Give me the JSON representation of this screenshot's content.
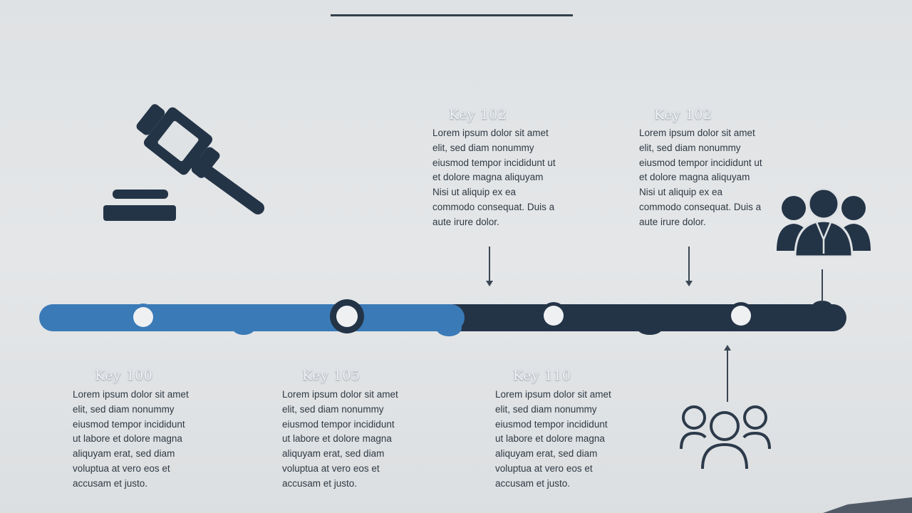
{
  "icons": {
    "gavel": "gavel-icon",
    "team_filled": "team-filled-icon",
    "team_outline": "team-outline-icon"
  },
  "colors": {
    "timeline_blue": "#3a7ab7",
    "timeline_navy": "#243447",
    "icon_navy": "#243447"
  },
  "top_milestones": [
    {
      "title": "Key 102",
      "lines": [
        "Lorem ipsum dolor sit amet",
        "elit, sed diam nonummy",
        "eiusmod tempor incididunt ut",
        "et dolore magna aliquyam",
        "Nisi ut aliquip ex ea",
        "commodo consequat. Duis a",
        "aute irure dolor."
      ]
    },
    {
      "title": "Key 102",
      "lines": [
        "Lorem ipsum dolor sit amet",
        "elit, sed diam nonummy",
        "eiusmod tempor incididunt ut",
        "et dolore magna aliquyam",
        "Nisi ut aliquip ex ea",
        "commodo consequat. Duis a",
        "aute irure dolor."
      ]
    }
  ],
  "bottom_milestones": [
    {
      "title": "Key 100",
      "lines": [
        "Lorem ipsum dolor sit amet",
        "elit, sed diam nonummy",
        "eiusmod tempor incididunt",
        "ut labore et dolore magna",
        "aliquyam erat, sed diam",
        "voluptua at vero eos et",
        "accusam et justo."
      ]
    },
    {
      "title": "Key 105",
      "lines": [
        "Lorem ipsum dolor sit amet",
        "elit, sed diam nonummy",
        "eiusmod tempor incididunt",
        "ut labore et dolore magna",
        "aliquyam erat, sed diam",
        "voluptua at vero eos et",
        "accusam et justo."
      ]
    },
    {
      "title": "Key 110",
      "lines": [
        "Lorem ipsum dolor sit amet",
        "elit, sed diam nonummy",
        "eiusmod tempor incididunt",
        "ut labore et dolore magna",
        "aliquyam erat, sed diam",
        "voluptua at vero eos et",
        "accusam et justo."
      ]
    }
  ]
}
